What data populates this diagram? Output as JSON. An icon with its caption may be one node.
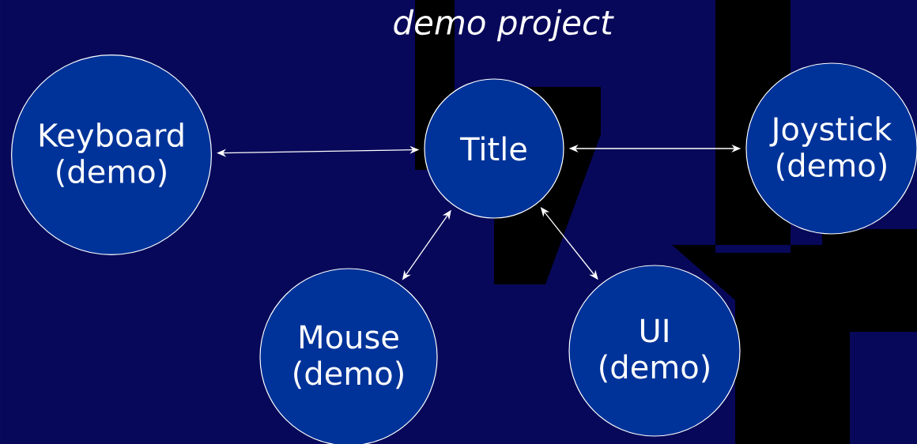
{
  "diagram": {
    "title": "demo project",
    "nodes": [
      {
        "text": [
          "Keyboard (demo)"
        ]
      },
      {
        "text": [
          "Title"
        ]
      },
      {
        "text": [
          "Joystick (demo)"
        ]
      },
      {
        "text": [
          "Mouse (demo)"
        ]
      },
      {
        "text": [
          "UI (demo)"
        ]
      }
    ],
    "edges": [
      {
        "from": 0,
        "to": 1,
        "arrow": "both"
      },
      {
        "from": 1,
        "to": 2,
        "arrow": "both"
      },
      {
        "from": 1,
        "to": 3,
        "arrow": "both"
      },
      {
        "from": 1,
        "to": 4,
        "arrow": "both"
      }
    ]
  }
}
